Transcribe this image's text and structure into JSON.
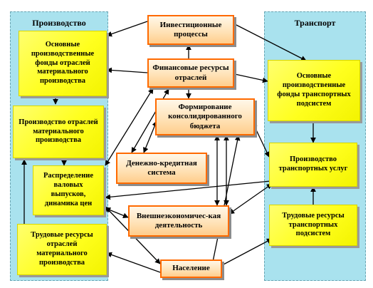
{
  "panels": {
    "left_title": "Производство",
    "right_title": "Транспорт"
  },
  "boxes": {
    "fixed_assets_material": "Основные производственные фонды отраслей материального производства",
    "production_material": "Производство отраслей материального производства",
    "output_distribution": "Распределение валовых выпусков, динамика цен",
    "labor_material": "Трудовые ресурсы отраслей материального производства",
    "investment": "Инвестиционные процессы",
    "financial_resources": "Финансовые ресурсы отраслей",
    "budget_formation": "Формирование консолидированного бюджета",
    "monetary_credit": "Денежно-кредитная система",
    "foreign_economic": "Внешнеэкономичес-кая деятельность",
    "population": "Население",
    "fixed_assets_transport": "Основные производственные фонды транспортных подсистем",
    "transport_services": "Производство транспортных услуг",
    "labor_transport": "Трудовые ресурсы транспортных подсистем"
  },
  "colors": {
    "panel": "#a9e2ee",
    "yellow_box": "#ffff33",
    "orange_border": "#ff6a00",
    "arrow": "#000000"
  }
}
